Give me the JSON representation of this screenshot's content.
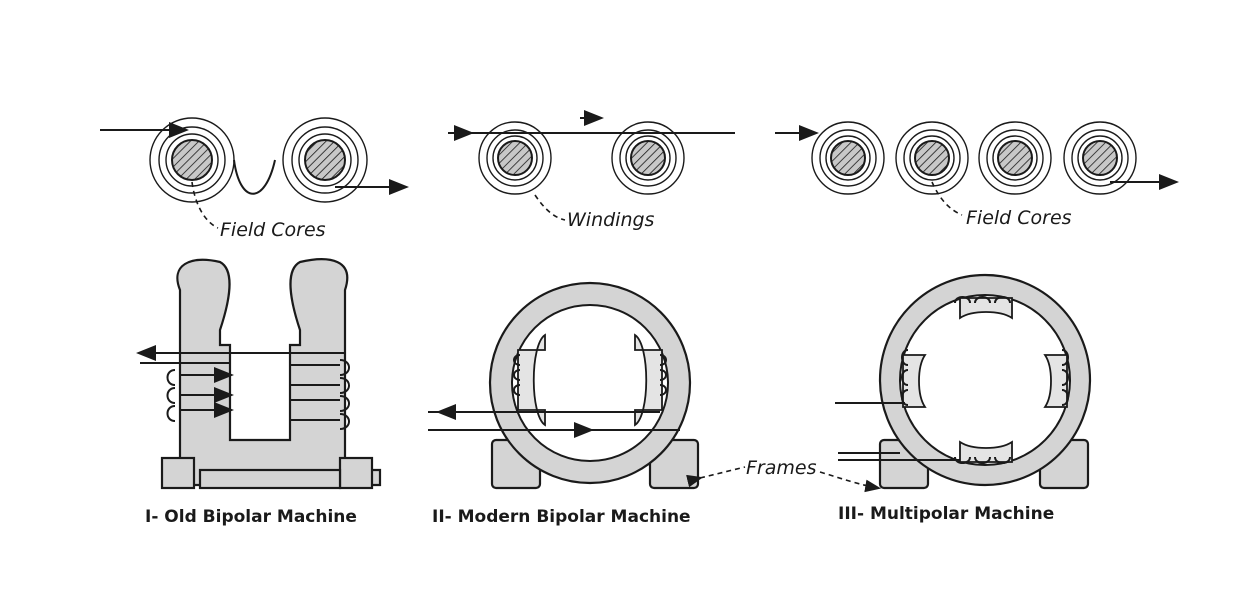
{
  "colors": {
    "ink": "#1a1a1a",
    "frame_fill": "#d4d4d4",
    "background": "#ffffff"
  },
  "labels": {
    "field_cores_left": "Field Cores",
    "windings": "Windings",
    "field_cores_right": "Field Cores",
    "frames": "Frames"
  },
  "captions": {
    "old_bipolar": "I- Old Bipolar Machine",
    "modern_bipolar": "II- Modern Bipolar Machine",
    "multipolar": "III- Multipolar Machine"
  }
}
